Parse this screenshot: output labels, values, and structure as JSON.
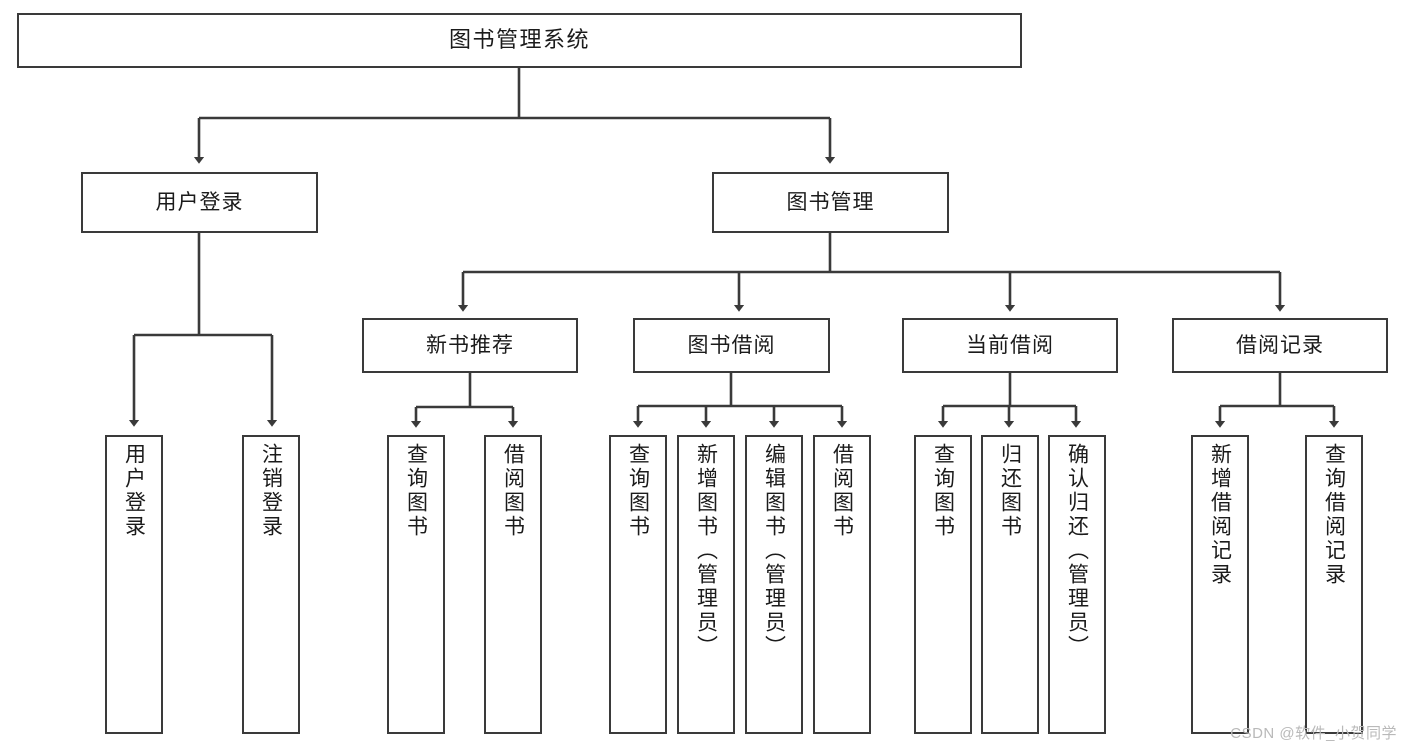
{
  "diagram": {
    "title": "图书管理系统",
    "type": "hierarchy-tree",
    "style": {
      "background": "#ffffff",
      "border_color": "#3a3a3a",
      "text_color": "#1b1b1b",
      "watermark_color": "#b9b9b9"
    },
    "root": {
      "label": "图书管理系统"
    },
    "level1": [
      {
        "label": "用户登录"
      },
      {
        "label": "图书管理"
      }
    ],
    "level2": [
      {
        "label": "新书推荐"
      },
      {
        "label": "图书借阅"
      },
      {
        "label": "当前借阅"
      },
      {
        "label": "借阅记录"
      }
    ],
    "leaves": {
      "user_login": [
        {
          "label": "用户登录"
        },
        {
          "label": "注销登录"
        }
      ],
      "new_book_recommend": [
        {
          "label": "查询图书"
        },
        {
          "label": "借阅图书"
        }
      ],
      "book_borrow": [
        {
          "label": "查询图书"
        },
        {
          "label": "新增图书（管理员）"
        },
        {
          "label": "编辑图书（管理员）"
        },
        {
          "label": "借阅图书"
        }
      ],
      "current_borrow": [
        {
          "label": "查询图书"
        },
        {
          "label": "归还图书"
        },
        {
          "label": "确认归还（管理员）"
        }
      ],
      "borrow_record": [
        {
          "label": "新增借阅记录"
        },
        {
          "label": "查询借阅记录"
        }
      ]
    }
  },
  "watermark": {
    "text": "CSDN @软件_小贺同学"
  }
}
